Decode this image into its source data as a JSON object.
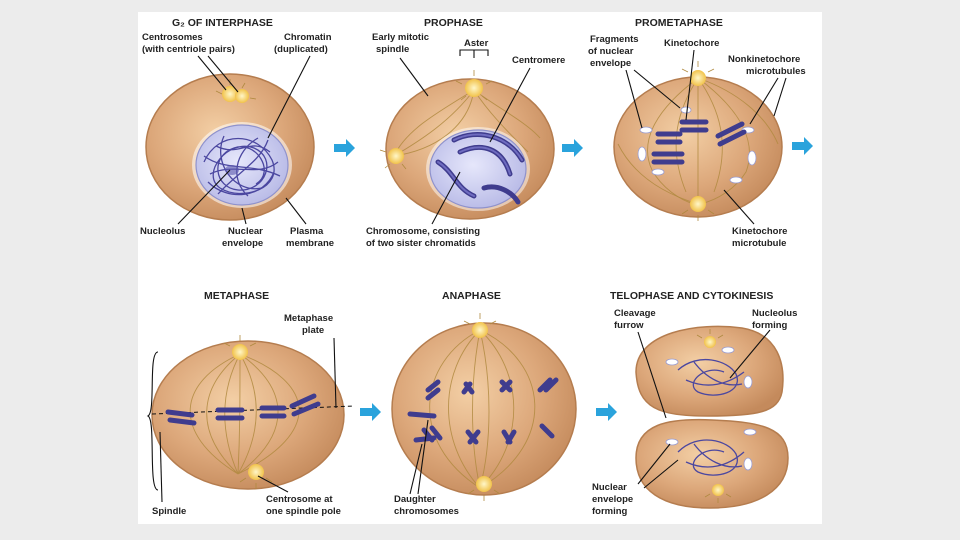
{
  "stages": {
    "g2": "G₂ OF INTERPHASE",
    "prophase": "PROPHASE",
    "prometaphase": "PROMETAPHASE",
    "metaphase": "METAPHASE",
    "anaphase": "ANAPHASE",
    "telophase": "TELOPHASE AND CYTOKINESIS"
  },
  "labels": {
    "centrosomes": [
      "Centrosomes",
      "(with centriole pairs)"
    ],
    "chromatin": [
      "Chromatin",
      "(duplicated)"
    ],
    "nucleolus": "Nucleolus",
    "nuclear_envelope": [
      "Nuclear",
      "envelope"
    ],
    "plasma_membrane": [
      "Plasma",
      "membrane"
    ],
    "early_spindle": [
      "Early mitotic",
      "spindle"
    ],
    "aster": "Aster",
    "centromere": "Centromere",
    "chromosome": [
      "Chromosome, consisting",
      "of two sister chromatids"
    ],
    "fragments": [
      "Fragments",
      "of nuclear",
      "envelope"
    ],
    "kinetochore": "Kinetochore",
    "nonkinetochore": [
      "Nonkinetochore",
      "microtubules"
    ],
    "kinetochore_mt": [
      "Kinetochore",
      "microtubule"
    ],
    "metaphase_plate": [
      "Metaphase",
      "plate"
    ],
    "spindle": "Spindle",
    "centrosome_pole": [
      "Centrosome at",
      "one spindle pole"
    ],
    "daughter": [
      "Daughter",
      "chromosomes"
    ],
    "cleavage": [
      "Cleavage",
      "furrow"
    ],
    "nucleolus_forming": [
      "Nucleolus",
      "forming"
    ],
    "envelope_forming": [
      "Nuclear",
      "envelope",
      "forming"
    ]
  },
  "colors": {
    "cell_fill": "#dca77a",
    "cell_edge": "#b57d4f",
    "chromosome": "#3f3c8e",
    "nucleus": "#c6c8ee",
    "arrow": "#2aa3dc"
  }
}
